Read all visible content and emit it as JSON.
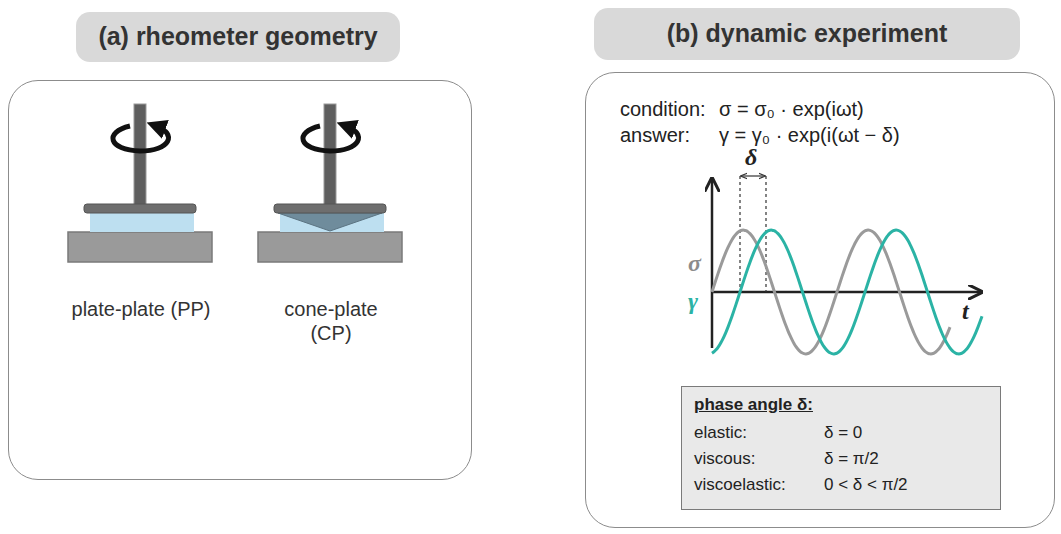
{
  "diagram": {
    "nodes": [
      {
        "text": [
          "(a) rheometer geometry"
        ]
      },
      {
        "text": [
          "plate-plate (PP)",
          "cone-plate (CP)"
        ]
      },
      {
        "text": [
          "(b) dynamic experiment"
        ]
      },
      {
        "text": [
          "condition:",
          "σ = σ₀ · exp(iωt)",
          "answer:",
          "γ = γ₀ · exp(i(ωt − δ)"
        ]
      },
      {
        "text": [
          "phase angle δ:",
          "elastic:",
          "δ = 0",
          "viscous:",
          "δ = π/2",
          "viscoelastic:",
          "0 < δ < π/2"
        ],
        "in": 3
      }
    ],
    "labels": [
      "δ",
      "σ",
      "γ",
      "t"
    ]
  }
}
